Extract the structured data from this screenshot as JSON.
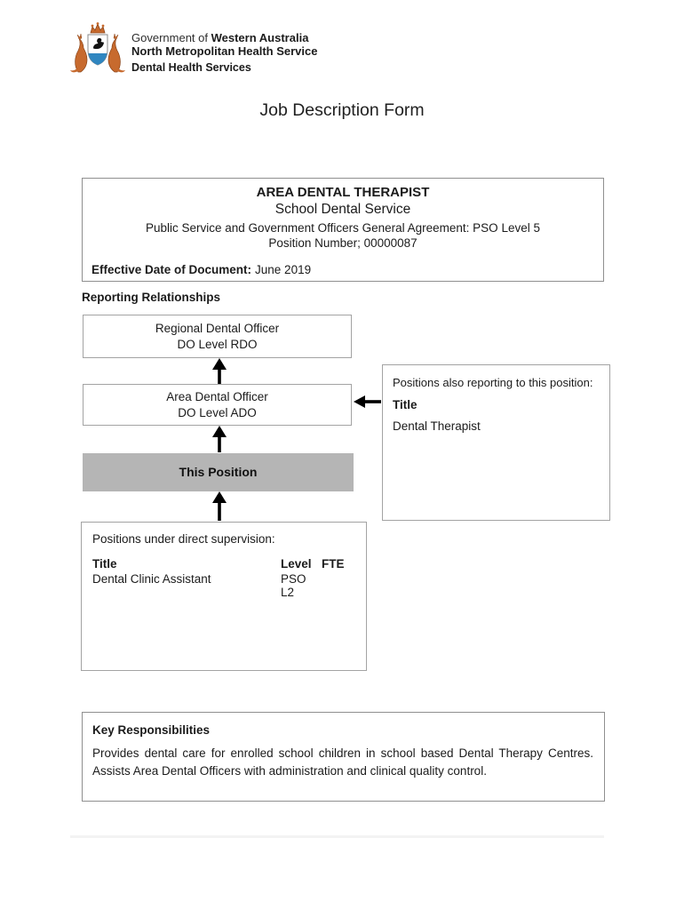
{
  "header": {
    "gov_prefix": "Government of ",
    "gov_bold": "Western Australia",
    "service_line": "North Metropolitan Health Service",
    "division_line": "Dental Health Services",
    "logo_name": "wa-coat-of-arms"
  },
  "page_title": "Job Description Form",
  "position_box": {
    "title": "AREA DENTAL THERAPIST",
    "subtitle": "School Dental Service",
    "agreement": "Public Service and Government Officers General Agreement: PSO Level 5",
    "position_number": "Position Number; 00000087",
    "effective_date_label": "Effective Date of Document:",
    "effective_date_value": "June 2019"
  },
  "reporting": {
    "heading": "Reporting Relationships",
    "level1": {
      "line1": "Regional Dental Officer",
      "line2": "DO Level RDO"
    },
    "level2": {
      "line1": "Area Dental Officer",
      "line2": "DO Level ADO"
    },
    "this_position": "This Position",
    "also_reporting": {
      "heading": "Positions also reporting to this position:",
      "title_label": "Title",
      "title_value": "Dental Therapist"
    },
    "supervision": {
      "heading": "Positions under direct supervision:",
      "col_title": "Title",
      "col_level": "Level",
      "col_fte": "FTE",
      "rows": [
        {
          "title": "Dental Clinic Assistant",
          "level": "PSO L2",
          "fte": ""
        }
      ]
    }
  },
  "key_responsibilities": {
    "heading": "Key Responsibilities",
    "body": "Provides dental care for enrolled school children in school based Dental Therapy Centres. Assists Area Dental Officers with administration and clinical quality control."
  },
  "colors": {
    "this_position_bg": "#b5b5b5",
    "shield_blue": "#2f86c0",
    "kangaroo_orange": "#c76a2e",
    "box_border": "#a3a3a3",
    "footer_rule": "#f3f3f3"
  }
}
